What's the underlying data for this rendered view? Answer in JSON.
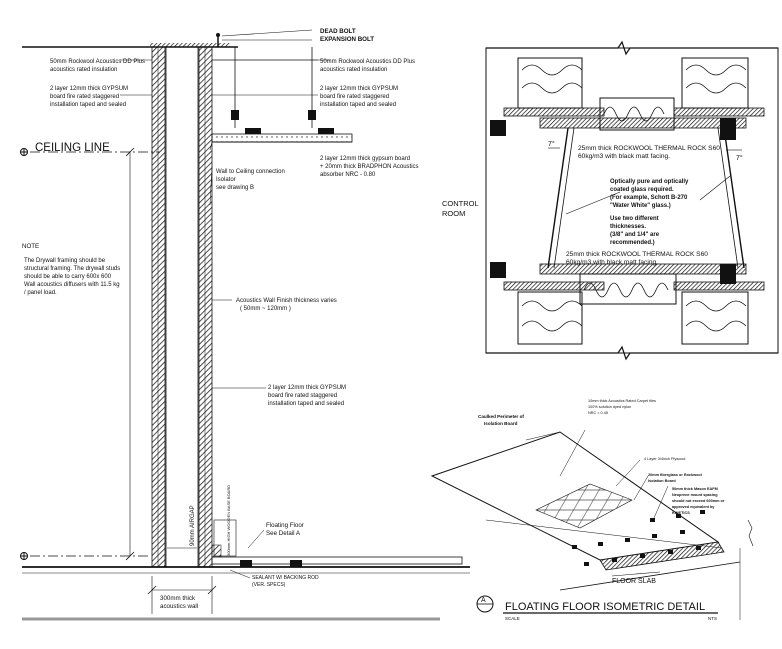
{
  "wall_section": {
    "labels": {
      "dead_bolt": "DEAD BOLT",
      "expansion_bolt": "EXPANSION BOLT",
      "rockwool_left_1": "50mm Rockwool Acoustics DD Plus",
      "rockwool_left_2": "acoustics rated insulation",
      "rockwool_right_1": "50mm Rockwool Acoustics DD Plus",
      "rockwool_right_2": "acoustics rated insulation",
      "gyp_left_1": "2 layer 12mm thick GYPSUM",
      "gyp_left_2": "board fire rated staggered",
      "gyp_left_3": "installation taped and sealed",
      "gyp_right_1": "2 layer 12mm thick GYPSUM",
      "gyp_right_2": "board fire rated staggered",
      "gyp_right_3": "installation taped and sealed",
      "ceiling_line": "CEILING LINE",
      "gyp_board_1": "2 layer 12mm thick gypsum board",
      "gyp_board_2": "+ 20mm thick BRADPHON Acoustics",
      "gyp_board_3": "absorber NRC - 0.80",
      "isolator_1": "Wall to Ceiling connection",
      "isolator_2": "Isolator",
      "isolator_3": "see drawing B",
      "note_title": "NOTE",
      "note_1": "The Drywall framing should be",
      "note_2": "structural framing. The drywall studs",
      "note_3": "should be able to carry 600x 600",
      "note_4": "Wall acoustics diffusers with 11.5 kg",
      "note_5": "/ panel load.",
      "finish_1": "Acoustics Wall Finish thickness varies",
      "finish_2": "( 50mm ~ 120mm )",
      "gyp_low_1": "2 layer 12mm thick GYPSUM",
      "gyp_low_2": "board fire rated staggered",
      "gyp_low_3": "installation taped and sealed",
      "airgap": "90mm AIRGAP",
      "base_label": "300mm HIGH WOODEN BASE BOARD",
      "floating_1": "Floating Floor",
      "floating_2": "See Detail A",
      "sealant_1": "SEALANT W/ BACKING ROD",
      "sealant_2": "(VER. SPECS)",
      "wall_1": "300mm thick",
      "wall_2": "acoustics wall"
    }
  },
  "window_section": {
    "labels": {
      "rock_top_1": "25mm thick ROCKWOOL THERMAL ROCK S60",
      "rock_top_2": "60kg/m3 with black matt facing.",
      "angle_left": "7°",
      "angle_right": "7°",
      "control_1": "CONTROL",
      "control_2": "ROOM",
      "glass_1": "Optically pure and optically",
      "glass_2": "coated glass required.",
      "glass_3": "(For example, Schott B-270",
      "glass_4": "\"Water White\" glass.)",
      "glass_5": "Use two different",
      "glass_6": "thicknesses.",
      "glass_7": "(3/8\" and 1/4\" are",
      "glass_8": "recommended.)",
      "rock_bot_1": "25mm thick ROCKWOOL THERMAL ROCK S60",
      "rock_bot_2": "60kg/m3 with black matt facing."
    }
  },
  "floor_detail": {
    "labels": {
      "caulked_1": "Caulked Perimeter of",
      "caulked_2": "Isolation Board",
      "carpet_1": "10mm thick Acoustics Rated Carpet tiles",
      "carpet_2": "100% solution dyed nylon",
      "carpet_3": "NRC = 0.45",
      "ply": "4 Layer 3/4inch Plywood",
      "fiber_1": "20mm fiberglass or Rockwool",
      "fiber_2": "Isolation Board",
      "mount_1": "50mm thick Mason EAFM",
      "mount_2": "Neoprene mount spacing",
      "mount_3": "should not exceed 600mm or",
      "mount_4": "approved equivalent by",
      "mount_5": "KINETICS",
      "slab": "FLOOR SLAB",
      "tag": "A",
      "title": "FLOATING FLOOR ISOMETRIC DETAIL",
      "scale": "SCALE",
      "nts": "NTS"
    }
  }
}
